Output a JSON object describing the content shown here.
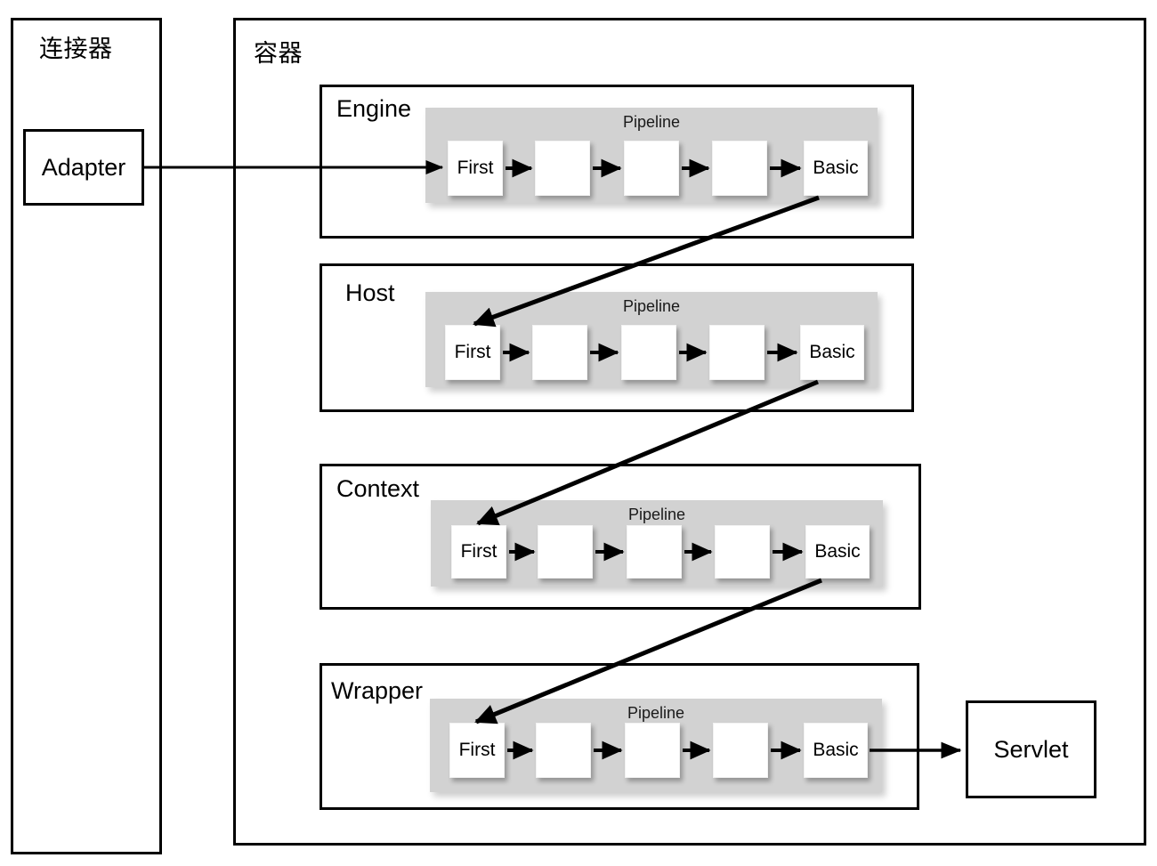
{
  "diagram": {
    "title": "Tomcat Connector and Container pipeline flow",
    "colors": {
      "stroke": "#000000",
      "pipeline_panel": "#d2d2d2",
      "valve_fill": "#ffffff",
      "background": "#ffffff"
    }
  },
  "connector": {
    "label": "连接器",
    "adapter": {
      "label": "Adapter"
    }
  },
  "container": {
    "label": "容器",
    "sections": [
      {
        "name": "Engine",
        "pipeline": {
          "title": "Pipeline",
          "valves": [
            "First",
            "",
            "",
            "",
            "Basic"
          ]
        }
      },
      {
        "name": "Host",
        "pipeline": {
          "title": "Pipeline",
          "valves": [
            "First",
            "",
            "",
            "",
            "Basic"
          ]
        }
      },
      {
        "name": "Context",
        "pipeline": {
          "title": "Pipeline",
          "valves": [
            "First",
            "",
            "",
            "",
            "Basic"
          ]
        }
      },
      {
        "name": "Wrapper",
        "pipeline": {
          "title": "Pipeline",
          "valves": [
            "First",
            "",
            "",
            "",
            "Basic"
          ]
        }
      }
    ]
  },
  "servlet": {
    "label": "Servlet"
  }
}
